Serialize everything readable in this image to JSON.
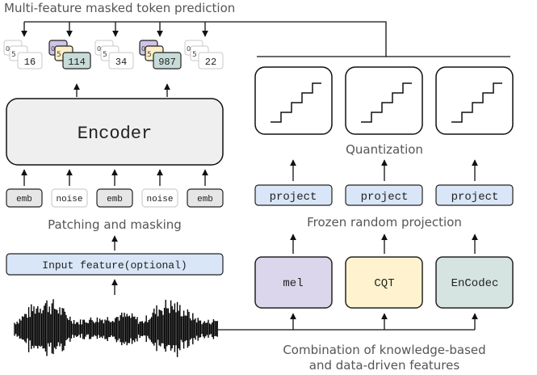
{
  "title": "Multi-feature masked token prediction",
  "encoder_label": "Encoder",
  "patching_label": "Patching and masking",
  "input_label": "Input feature(optional)",
  "patches": [
    "emb",
    "noise",
    "emb",
    "noise",
    "emb"
  ],
  "token_values": [
    "16",
    "114",
    "34",
    "987",
    "22"
  ],
  "token_back_values": [
    "5",
    "5",
    "5",
    "5",
    "5"
  ],
  "token_partial_values": [
    "0.",
    "0.",
    "0.",
    "0.",
    "0."
  ],
  "quantization_label": "Quantization",
  "project_labels": [
    "project",
    "project",
    "project"
  ],
  "frozen_label": "Frozen random projection",
  "features": [
    "mel",
    "CQT",
    "EnCodec"
  ],
  "combination_label": [
    "Combination of knowledge-based",
    "and data-driven features"
  ],
  "colors": {
    "mel": "#dcd6ec",
    "cqt": "#fff3cf",
    "encodec": "#d5e3e1",
    "project": "#d8e6f7",
    "encoder": "#efefef",
    "token_purple": "#cfc3e6",
    "token_yellow": "#fcefc8",
    "token_teal": "#c7dcd9"
  }
}
